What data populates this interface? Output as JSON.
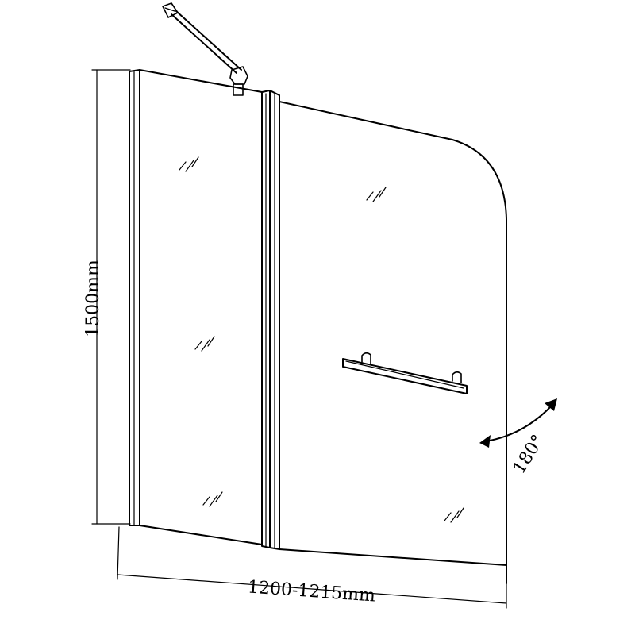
{
  "dimensions": {
    "height": "1500mm",
    "width": "1200-1215mm",
    "rotation": "180°"
  }
}
